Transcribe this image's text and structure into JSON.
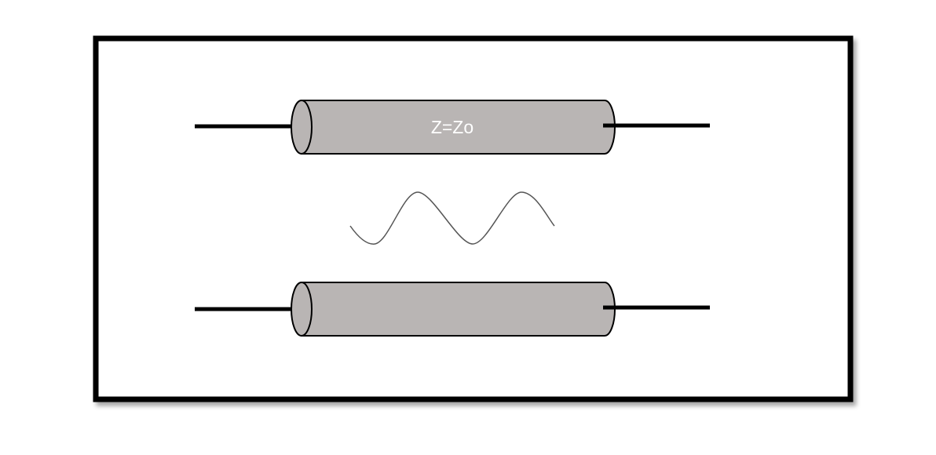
{
  "diagram": {
    "cable_label": "Z=Zo",
    "colors": {
      "frame": "#000000",
      "cable_fill": "#b9b5b4",
      "cable_stroke": "#000000",
      "lead": "#000000",
      "wave": "#555555",
      "label": "#ffffff"
    },
    "parts": [
      "upper-coax-cable",
      "signal-wave",
      "lower-coax-cable"
    ]
  }
}
